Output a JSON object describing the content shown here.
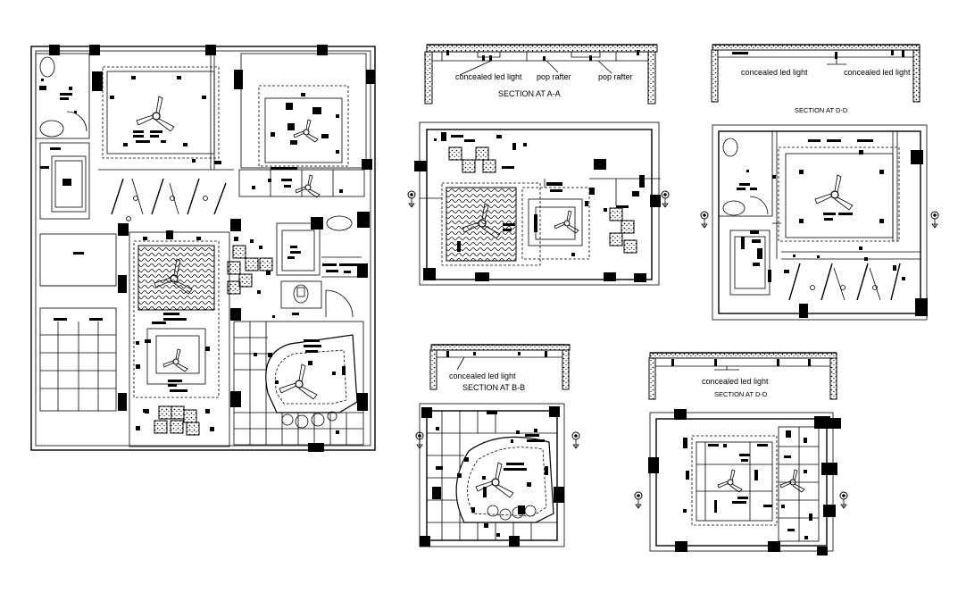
{
  "sections": {
    "aa": {
      "title": "SECTION AT A-A",
      "label_led1": "concealed led light",
      "label_pop1": "pop rafter",
      "label_pop2": "pop rafter"
    },
    "dd_top": {
      "title": "SECTION AT D-D",
      "label_led1": "concealed led light",
      "label_led2": "concealed led light"
    },
    "bb": {
      "title": "SECTION AT B-B",
      "label_led1": "concealed led light"
    },
    "dd_bottom": {
      "title": "SECTION AT D-D",
      "label_led1": "concealed led light"
    }
  },
  "colors": {
    "line": "#000000",
    "background": "#ffffff"
  }
}
